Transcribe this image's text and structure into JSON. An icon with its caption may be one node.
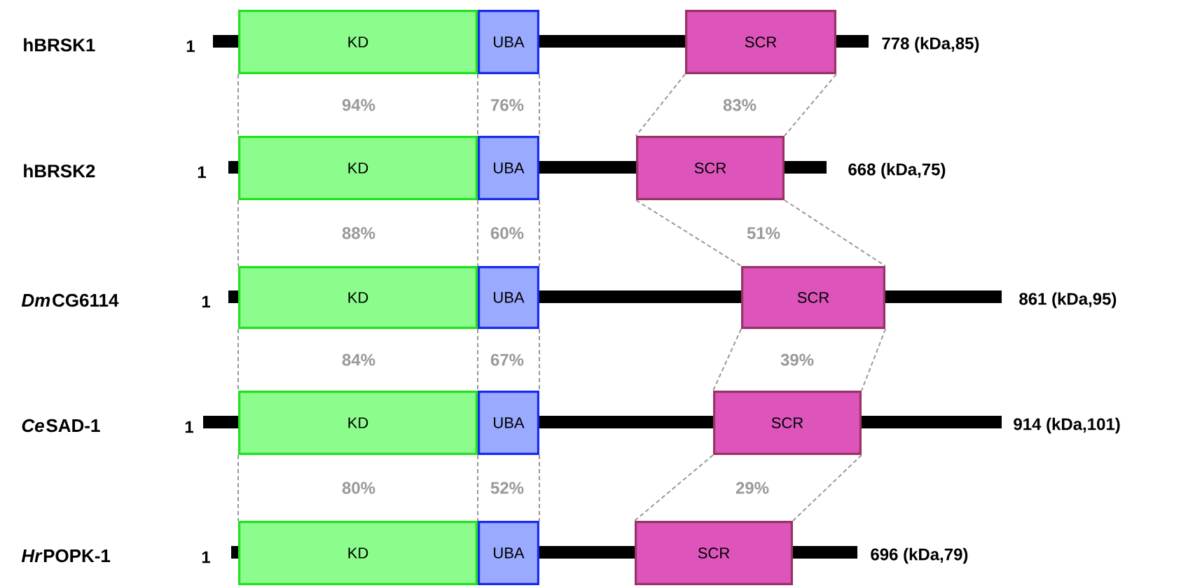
{
  "diagram": {
    "nodes": [
      {
        "text": [
          "KD"
        ]
      },
      {
        "text": [
          "UBA"
        ]
      },
      {
        "text": [
          "SCR"
        ]
      },
      {
        "text": [
          "KD"
        ]
      },
      {
        "text": [
          "UBA"
        ]
      },
      {
        "text": [
          "SCR"
        ]
      },
      {
        "text": [
          "KD"
        ]
      },
      {
        "text": [
          "UBA"
        ]
      },
      {
        "text": [
          "SCR"
        ]
      },
      {
        "text": [
          "KD"
        ]
      },
      {
        "text": [
          "UBA"
        ]
      },
      {
        "text": [
          "SCR"
        ]
      },
      {
        "text": [
          "KD"
        ]
      },
      {
        "text": [
          "UBA"
        ]
      },
      {
        "text": [
          "SCR"
        ]
      }
    ],
    "edges": [
      {
        "from": 0,
        "to": 3,
        "arrow": "none",
        "style": "dashed"
      },
      {
        "from": 0,
        "to": 3,
        "arrow": "none",
        "style": "dashed"
      },
      {
        "from": 1,
        "to": 4,
        "arrow": "none",
        "style": "dashed"
      },
      {
        "from": 2,
        "to": 5,
        "arrow": "none",
        "style": "dashed"
      },
      {
        "from": 2,
        "to": 5,
        "arrow": "none",
        "style": "dashed"
      },
      {
        "from": 3,
        "to": 6,
        "arrow": "none",
        "style": "dashed"
      },
      {
        "from": 3,
        "to": 6,
        "arrow": "none",
        "style": "dashed"
      },
      {
        "from": 4,
        "to": 7,
        "arrow": "none",
        "style": "dashed"
      },
      {
        "from": 5,
        "to": 8,
        "arrow": "none",
        "style": "dashed"
      },
      {
        "from": 5,
        "to": 8,
        "arrow": "none",
        "style": "dashed"
      },
      {
        "from": 6,
        "to": 9,
        "arrow": "none",
        "style": "dashed"
      },
      {
        "from": 6,
        "to": 9,
        "arrow": "none",
        "style": "dashed"
      },
      {
        "from": 7,
        "to": 10,
        "arrow": "none",
        "style": "dashed"
      },
      {
        "from": 8,
        "to": 11,
        "arrow": "none",
        "style": "dashed"
      },
      {
        "from": 8,
        "to": 11,
        "arrow": "none",
        "style": "dashed"
      },
      {
        "from": 9,
        "to": 12,
        "arrow": "none",
        "style": "dashed"
      },
      {
        "from": 9,
        "to": 12,
        "arrow": "none",
        "style": "dashed"
      },
      {
        "from": 10,
        "to": 13,
        "arrow": "none",
        "style": "dashed"
      },
      {
        "from": 11,
        "to": 14,
        "arrow": "none",
        "style": "dashed"
      },
      {
        "from": 11,
        "to": 14,
        "arrow": "none",
        "style": "dashed"
      }
    ],
    "labels": [
      "hBRSK1",
      "1",
      "778 (kDa,85)",
      "94%",
      "76%",
      "83%",
      "hBRSK2",
      "1",
      "668 (kDa,75)",
      "88%",
      "60%",
      "51%",
      "Dm",
      "CG6114",
      "1",
      "861 (kDa,95)",
      "84%",
      "67%",
      "39%",
      "Ce",
      "SAD-1",
      "1",
      "914 (kDa,101)",
      "80%",
      "52%",
      "29%",
      "Hr",
      "POPK-1",
      "1",
      "696 (kDa,79)"
    ]
  }
}
